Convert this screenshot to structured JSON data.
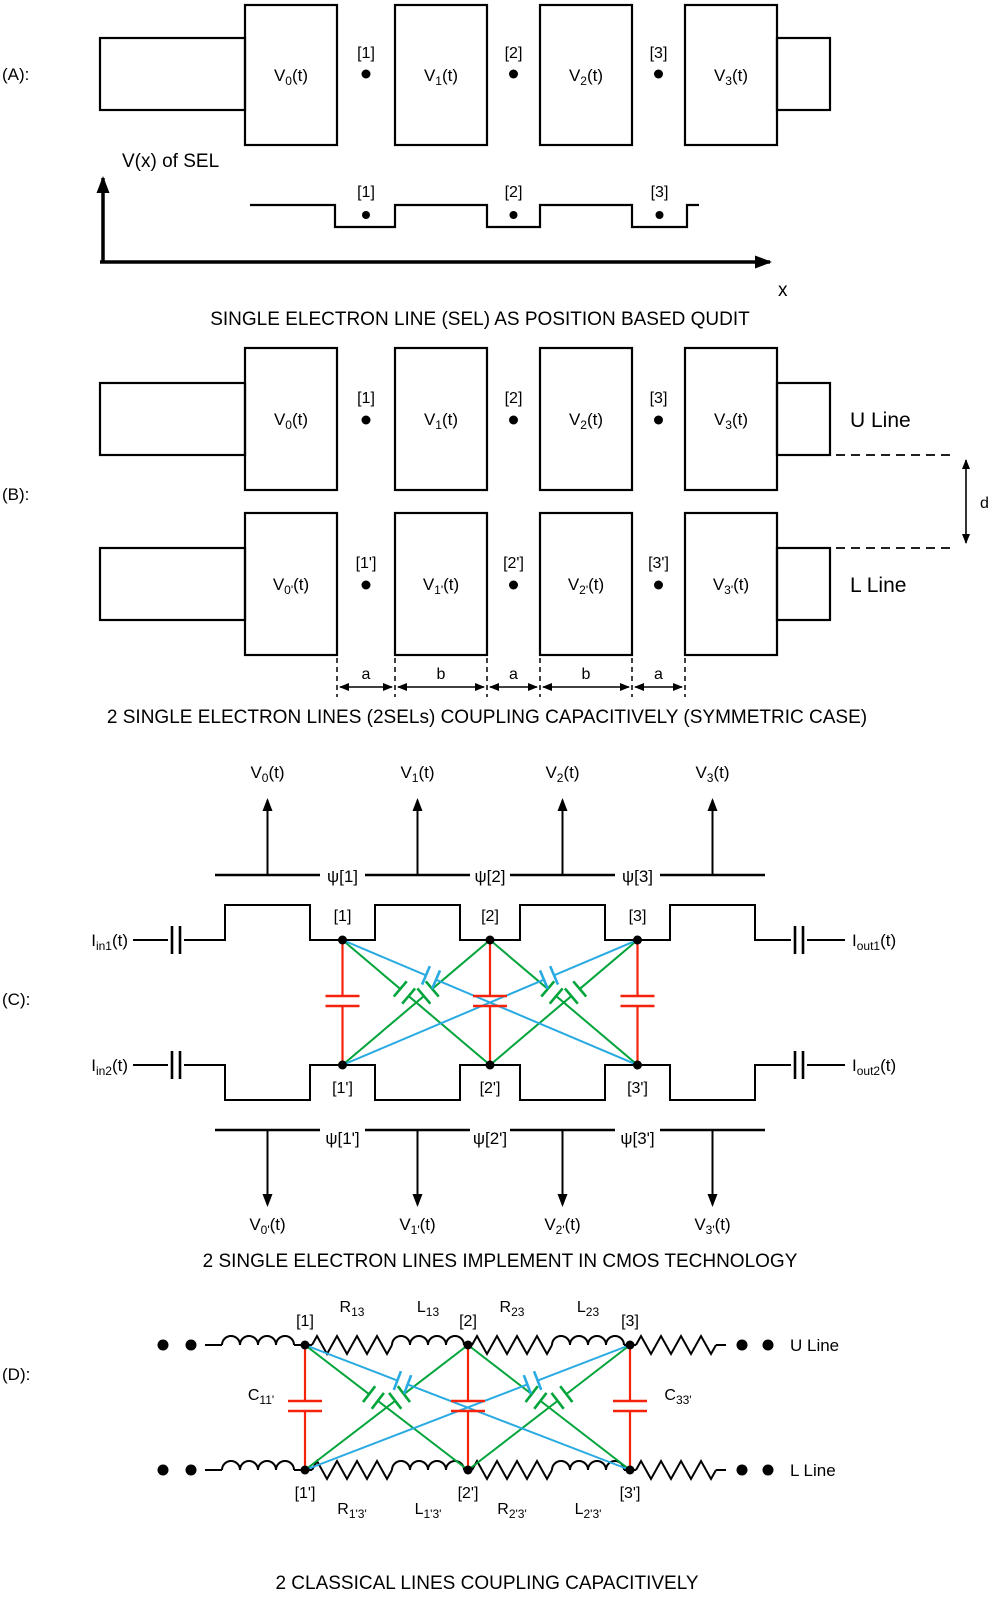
{
  "colors": {
    "cap_red": "#f6230c",
    "coupling_green": "#00a43a",
    "coupling_blue": "#29abe2",
    "wire": "#000000"
  },
  "a": {
    "tag": "(A):",
    "gates": [
      {
        "m": "V",
        "s": "0",
        "f": "(t)"
      },
      {
        "m": "V",
        "s": "1",
        "f": "(t)"
      },
      {
        "m": "V",
        "s": "2",
        "f": "(t)"
      },
      {
        "m": "V",
        "s": "3",
        "f": "(t)"
      }
    ],
    "sites": [
      "[1]",
      "[2]",
      "[3]"
    ],
    "axis_title": "V(x) of SEL",
    "x_label": "x",
    "wave_sites": [
      "[1]",
      "[2]",
      "[3]"
    ],
    "caption": "SINGLE ELECTRON LINE (SEL) AS POSITION BASED QUDIT"
  },
  "b": {
    "tag": "(B):",
    "u_gates": [
      {
        "m": "V",
        "s": "0",
        "f": "(t)"
      },
      {
        "m": "V",
        "s": "1",
        "f": "(t)"
      },
      {
        "m": "V",
        "s": "2",
        "f": "(t)"
      },
      {
        "m": "V",
        "s": "3",
        "f": "(t)"
      }
    ],
    "l_gates": [
      {
        "m": "V",
        "s": "0'",
        "f": "(t)"
      },
      {
        "m": "V",
        "s": "1'",
        "f": "(t)"
      },
      {
        "m": "V",
        "s": "2'",
        "f": "(t)"
      },
      {
        "m": "V",
        "s": "3'",
        "f": "(t)"
      }
    ],
    "u_sites": [
      "[1]",
      "[2]",
      "[3]"
    ],
    "l_sites": [
      "[1']",
      "[2']",
      "[3']"
    ],
    "u_label": "U Line",
    "l_label": "L Line",
    "d_label": "d",
    "spacings": [
      "a",
      "b",
      "a",
      "b",
      "a"
    ],
    "caption": "2 SINGLE ELECTRON LINES (2SELs) COUPLING CAPACITIVELY (SYMMETRIC CASE)"
  },
  "c": {
    "tag": "(C):",
    "top_v": [
      {
        "m": "V",
        "s": "0",
        "f": "(t)"
      },
      {
        "m": "V",
        "s": "1",
        "f": "(t)"
      },
      {
        "m": "V",
        "s": "2",
        "f": "(t)"
      },
      {
        "m": "V",
        "s": "3",
        "f": "(t)"
      }
    ],
    "bottom_v": [
      {
        "m": "V",
        "s": "0'",
        "f": "(t)"
      },
      {
        "m": "V",
        "s": "1'",
        "f": "(t)"
      },
      {
        "m": "V",
        "s": "2'",
        "f": "(t)"
      },
      {
        "m": "V",
        "s": "3'",
        "f": "(t)"
      }
    ],
    "top_psi": [
      "ψ[1]",
      "ψ[2]",
      "ψ[3]"
    ],
    "bottom_psi": [
      "ψ[1']",
      "ψ[2']",
      "ψ[3']"
    ],
    "top_nodes": [
      "[1]",
      "[2]",
      "[3]"
    ],
    "bottom_nodes": [
      "[1']",
      "[2']",
      "[3']"
    ],
    "i_in1": {
      "m": "I",
      "s": "in1",
      "f": "(t)"
    },
    "i_out1": {
      "m": "I",
      "s": "out1",
      "f": "(t)"
    },
    "i_in2": {
      "m": "I",
      "s": "in2",
      "f": "(t)"
    },
    "i_out2": {
      "m": "I",
      "s": "out2",
      "f": "(t)"
    },
    "caption": "2 SINGLE ELECTRON LINES IMPLEMENT IN CMOS TECHNOLOGY"
  },
  "d": {
    "tag": "(D):",
    "top_nodes": [
      "[1]",
      "[2]",
      "[3]"
    ],
    "bottom_nodes": [
      "[1']",
      "[2']",
      "[3']"
    ],
    "top_elems": [
      {
        "m": "R",
        "s": "13"
      },
      {
        "m": "L",
        "s": "13"
      },
      {
        "m": "R",
        "s": "23"
      },
      {
        "m": "L",
        "s": "23"
      }
    ],
    "bottom_elems": [
      {
        "m": "R",
        "s": "1'3'"
      },
      {
        "m": "L",
        "s": "1'3'"
      },
      {
        "m": "R",
        "s": "2'3'"
      },
      {
        "m": "L",
        "s": "2'3'"
      }
    ],
    "c_left": {
      "m": "C",
      "s": "11'"
    },
    "c_right": {
      "m": "C",
      "s": "33'"
    },
    "u_label": "U Line",
    "l_label": "L Line",
    "caption": "2 CLASSICAL LINES COUPLING CAPACITIVELY"
  }
}
